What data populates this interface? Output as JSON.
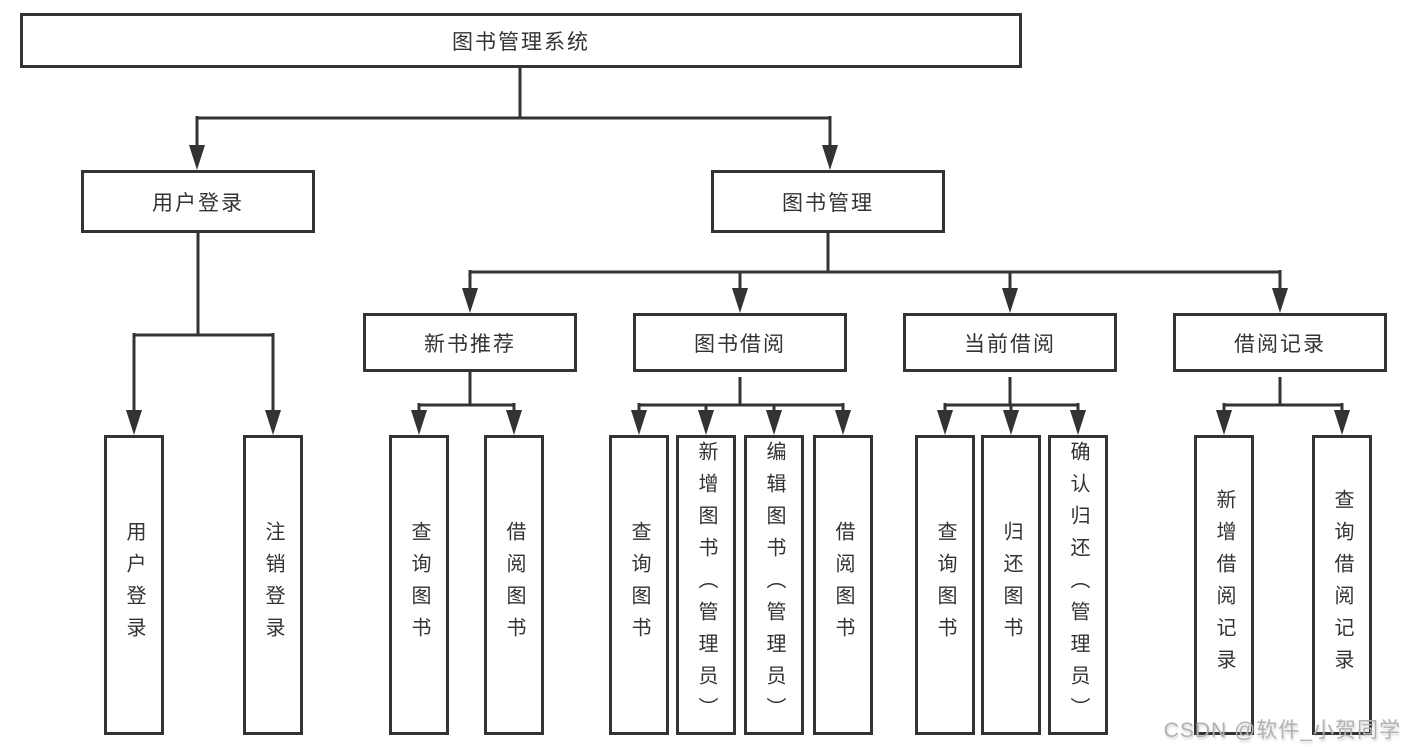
{
  "tree": {
    "root": "图书管理系统",
    "branches": [
      {
        "label": "用户登录",
        "children": [
          {
            "label": "用户登录"
          },
          {
            "label": "注销登录"
          }
        ]
      },
      {
        "label": "图书管理",
        "children": [
          {
            "label": "新书推荐",
            "children": [
              {
                "label": "查询图书"
              },
              {
                "label": "借阅图书"
              }
            ]
          },
          {
            "label": "图书借阅",
            "children": [
              {
                "label": "查询图书"
              },
              {
                "label": "新增图书（管理员）"
              },
              {
                "label": "编辑图书（管理员）"
              },
              {
                "label": "借阅图书"
              }
            ]
          },
          {
            "label": "当前借阅",
            "children": [
              {
                "label": "查询图书"
              },
              {
                "label": "归还图书"
              },
              {
                "label": "确认归还（管理员）"
              }
            ]
          },
          {
            "label": "借阅记录",
            "children": [
              {
                "label": "新增借阅记录"
              },
              {
                "label": "查询借阅记录"
              }
            ]
          }
        ]
      }
    ]
  },
  "watermark": "CSDN @软件_小贺同学",
  "colors": {
    "line": "#333333",
    "text": "#333333",
    "watermark": "#b2b2b2",
    "background": "#ffffff"
  }
}
